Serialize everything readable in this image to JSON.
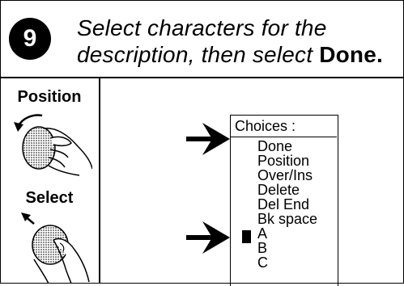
{
  "step": {
    "number": "9",
    "instruction_line1": "Select characters for the",
    "instruction_line2": "description, then select",
    "instruction_action": "Done."
  },
  "controls": {
    "position_label": "Position",
    "select_label": "Select",
    "position_icon": "rotate-knob-hand-icon",
    "select_icon": "press-knob-hand-icon"
  },
  "choices": {
    "title": "Choices :",
    "items": [
      "Done",
      "Position",
      "Over/Ins",
      "Delete",
      "Del End",
      "Bk space",
      "A",
      "B",
      "C"
    ],
    "highlighted_items": [
      "Done",
      "A"
    ],
    "cursor_item": "A"
  },
  "colors": {
    "ink": "#000000",
    "background": "#ffffff"
  }
}
